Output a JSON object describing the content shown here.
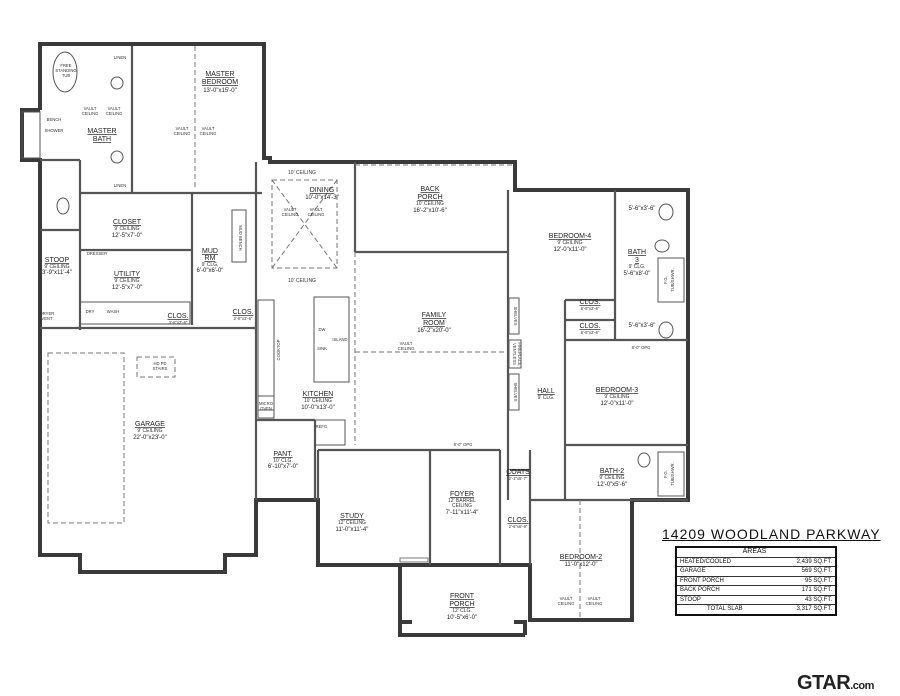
{
  "property": {
    "title": "14209 WOODLAND PARKWAY"
  },
  "areas_table": {
    "header": "AREAS",
    "rows": [
      {
        "label": "HEATED/COOLED",
        "value": "2,439 SQ.FT."
      },
      {
        "label": "GARAGE",
        "value": "569 SQ.FT."
      },
      {
        "label": "FRONT PORCH",
        "value": "95 SQ.FT."
      },
      {
        "label": "BACK PORCH",
        "value": "171 SQ.FT."
      },
      {
        "label": "STOOP",
        "value": "43 SQ.FT."
      },
      {
        "label": "TOTAL SLAB",
        "value": "3,317 SQ.FT."
      }
    ]
  },
  "rooms": {
    "master_bedroom": {
      "name": "MASTER BEDROOM",
      "line1": "MASTER",
      "line2": "BEDROOM",
      "dims": "13'-0\"x15'-0\""
    },
    "master_bath": {
      "line1": "MASTER",
      "line2": "BATH"
    },
    "closet": {
      "name": "CLOSET",
      "ceiling": "9' CEILING",
      "dims": "12'-5\"x7'-0\""
    },
    "utility": {
      "name": "UTILITY",
      "ceiling": "9' CEILING",
      "dims": "12'-5\"x7'-0\""
    },
    "mud_rm": {
      "line1": "MUD",
      "line2": "RM",
      "ceiling": "9' CLG.",
      "dims": "6'-0\"x6'-0\""
    },
    "stoop": {
      "name": "STOOP",
      "ceiling": "9' CEILING",
      "dims": "3'-9\"x11'-4\""
    },
    "clos_utility": {
      "name": "CLOS.",
      "dims": "3'-6\"x2'-6\""
    },
    "clos_kitchen": {
      "name": "CLOS.",
      "dims": "2'-6\"x3'-6\""
    },
    "garage": {
      "name": "GARAGE",
      "ceiling": "9' CEILING",
      "dims": "22'-0\"x23'-0\""
    },
    "dining": {
      "name": "DINING",
      "dims": "10'-0\"x14'-3\"",
      "ceiling_top": "10' CEILING",
      "ceiling_bottom": "10' CEILING"
    },
    "back_porch": {
      "line1": "BACK",
      "line2": "PORCH",
      "ceiling": "10' CEILING",
      "dims": "16'-2\"x10'-6\""
    },
    "family_room": {
      "line1": "FAMILY",
      "line2": "ROOM",
      "dims": "16'-2\"x20'-0\""
    },
    "kitchen": {
      "name": "KITCHEN",
      "ceiling": "10' CEILING",
      "dims": "10'-0\"x13'-0\""
    },
    "pantry": {
      "name": "PANT.",
      "ceiling": "10' CLG.",
      "dims": "6'-10\"x7'-0\""
    },
    "study": {
      "name": "STUDY",
      "ceiling": "12' CEILING",
      "dims": "11'-0\"x11'-4\""
    },
    "foyer": {
      "name": "FOYER",
      "ceiling1": "12' BARREL",
      "ceiling2": "CEILING",
      "dims": "7'-11\"x11'-4\""
    },
    "front_porch": {
      "line1": "FRONT",
      "line2": "PORCH",
      "ceiling": "12' CLG.",
      "dims": "10'-5\"x6'-0\""
    },
    "bedroom_4": {
      "name": "BEDROOM-4",
      "ceiling": "9' CEILING",
      "dims": "12'-0\"x11'-0\""
    },
    "bath_3": {
      "line1": "BATH",
      "line2": "3",
      "ceiling": "9' CLG.",
      "dims": "5'-6\"x8'-0\"",
      "vanity_dims_1": "5'-6\"x3'-6\"",
      "vanity_dims_2": "5'-6\"x3'-6\""
    },
    "clos_b4": {
      "name": "CLOS.",
      "dims": "6'-6\"x2'-6\""
    },
    "clos_b3": {
      "name": "CLOS.",
      "dims": "6'-6\"x2'-6\""
    },
    "hall": {
      "name": "HALL",
      "ceiling": "9' CLG."
    },
    "bedroom_3": {
      "name": "BEDROOM-3",
      "ceiling": "9' CEILING",
      "dims": "12'-0\"x11'-0\""
    },
    "bath_2": {
      "name": "BATH-2",
      "ceiling": "9' CEILING",
      "dims": "12'-0\"x5'-6\""
    },
    "coats": {
      "name": "COATS",
      "dims": "2'-1\"x5'-7\""
    },
    "clos_b2": {
      "name": "CLOS.",
      "dims": "2'-6\"x6'-6\""
    },
    "bedroom_2": {
      "name": "BEDROOM-2",
      "dims": "11'-0\"x12'-0\""
    }
  },
  "annotations": {
    "vault": "VAULT",
    "ceiling": "CEILING",
    "opg": "8'-0\" OPG",
    "linen": "LINEN",
    "bench": "BENCH",
    "shower": "SHOWER",
    "free_tub1": "FREE",
    "free_tub2": "STANDING",
    "free_tub3": "TUB",
    "dresser": "DRESSER",
    "mud_bench": "MUD BENCH",
    "dry": "DRY",
    "wash": "WASH",
    "dryer_vent1": "DRYER",
    "dryer_vent2": "VENT",
    "hd_pd_stairs1": "HD PD",
    "hd_pd_stairs2": "STAIRS",
    "dw": "DW",
    "sink": "SINK",
    "island": "ISLAND",
    "cooktop": "COOKTOP",
    "micro1": "MICRO",
    "micro2": "OVEN",
    "refg": "REFG.",
    "shelves": "SHELVES",
    "fireplace1": "VENTLESS",
    "fireplace2": "FIREPLACE",
    "tub_shwr1": "F.G.",
    "tub_shwr2": "TUB/SHWR."
  },
  "logo": {
    "text": "GTAR",
    "suffix": ".com"
  }
}
